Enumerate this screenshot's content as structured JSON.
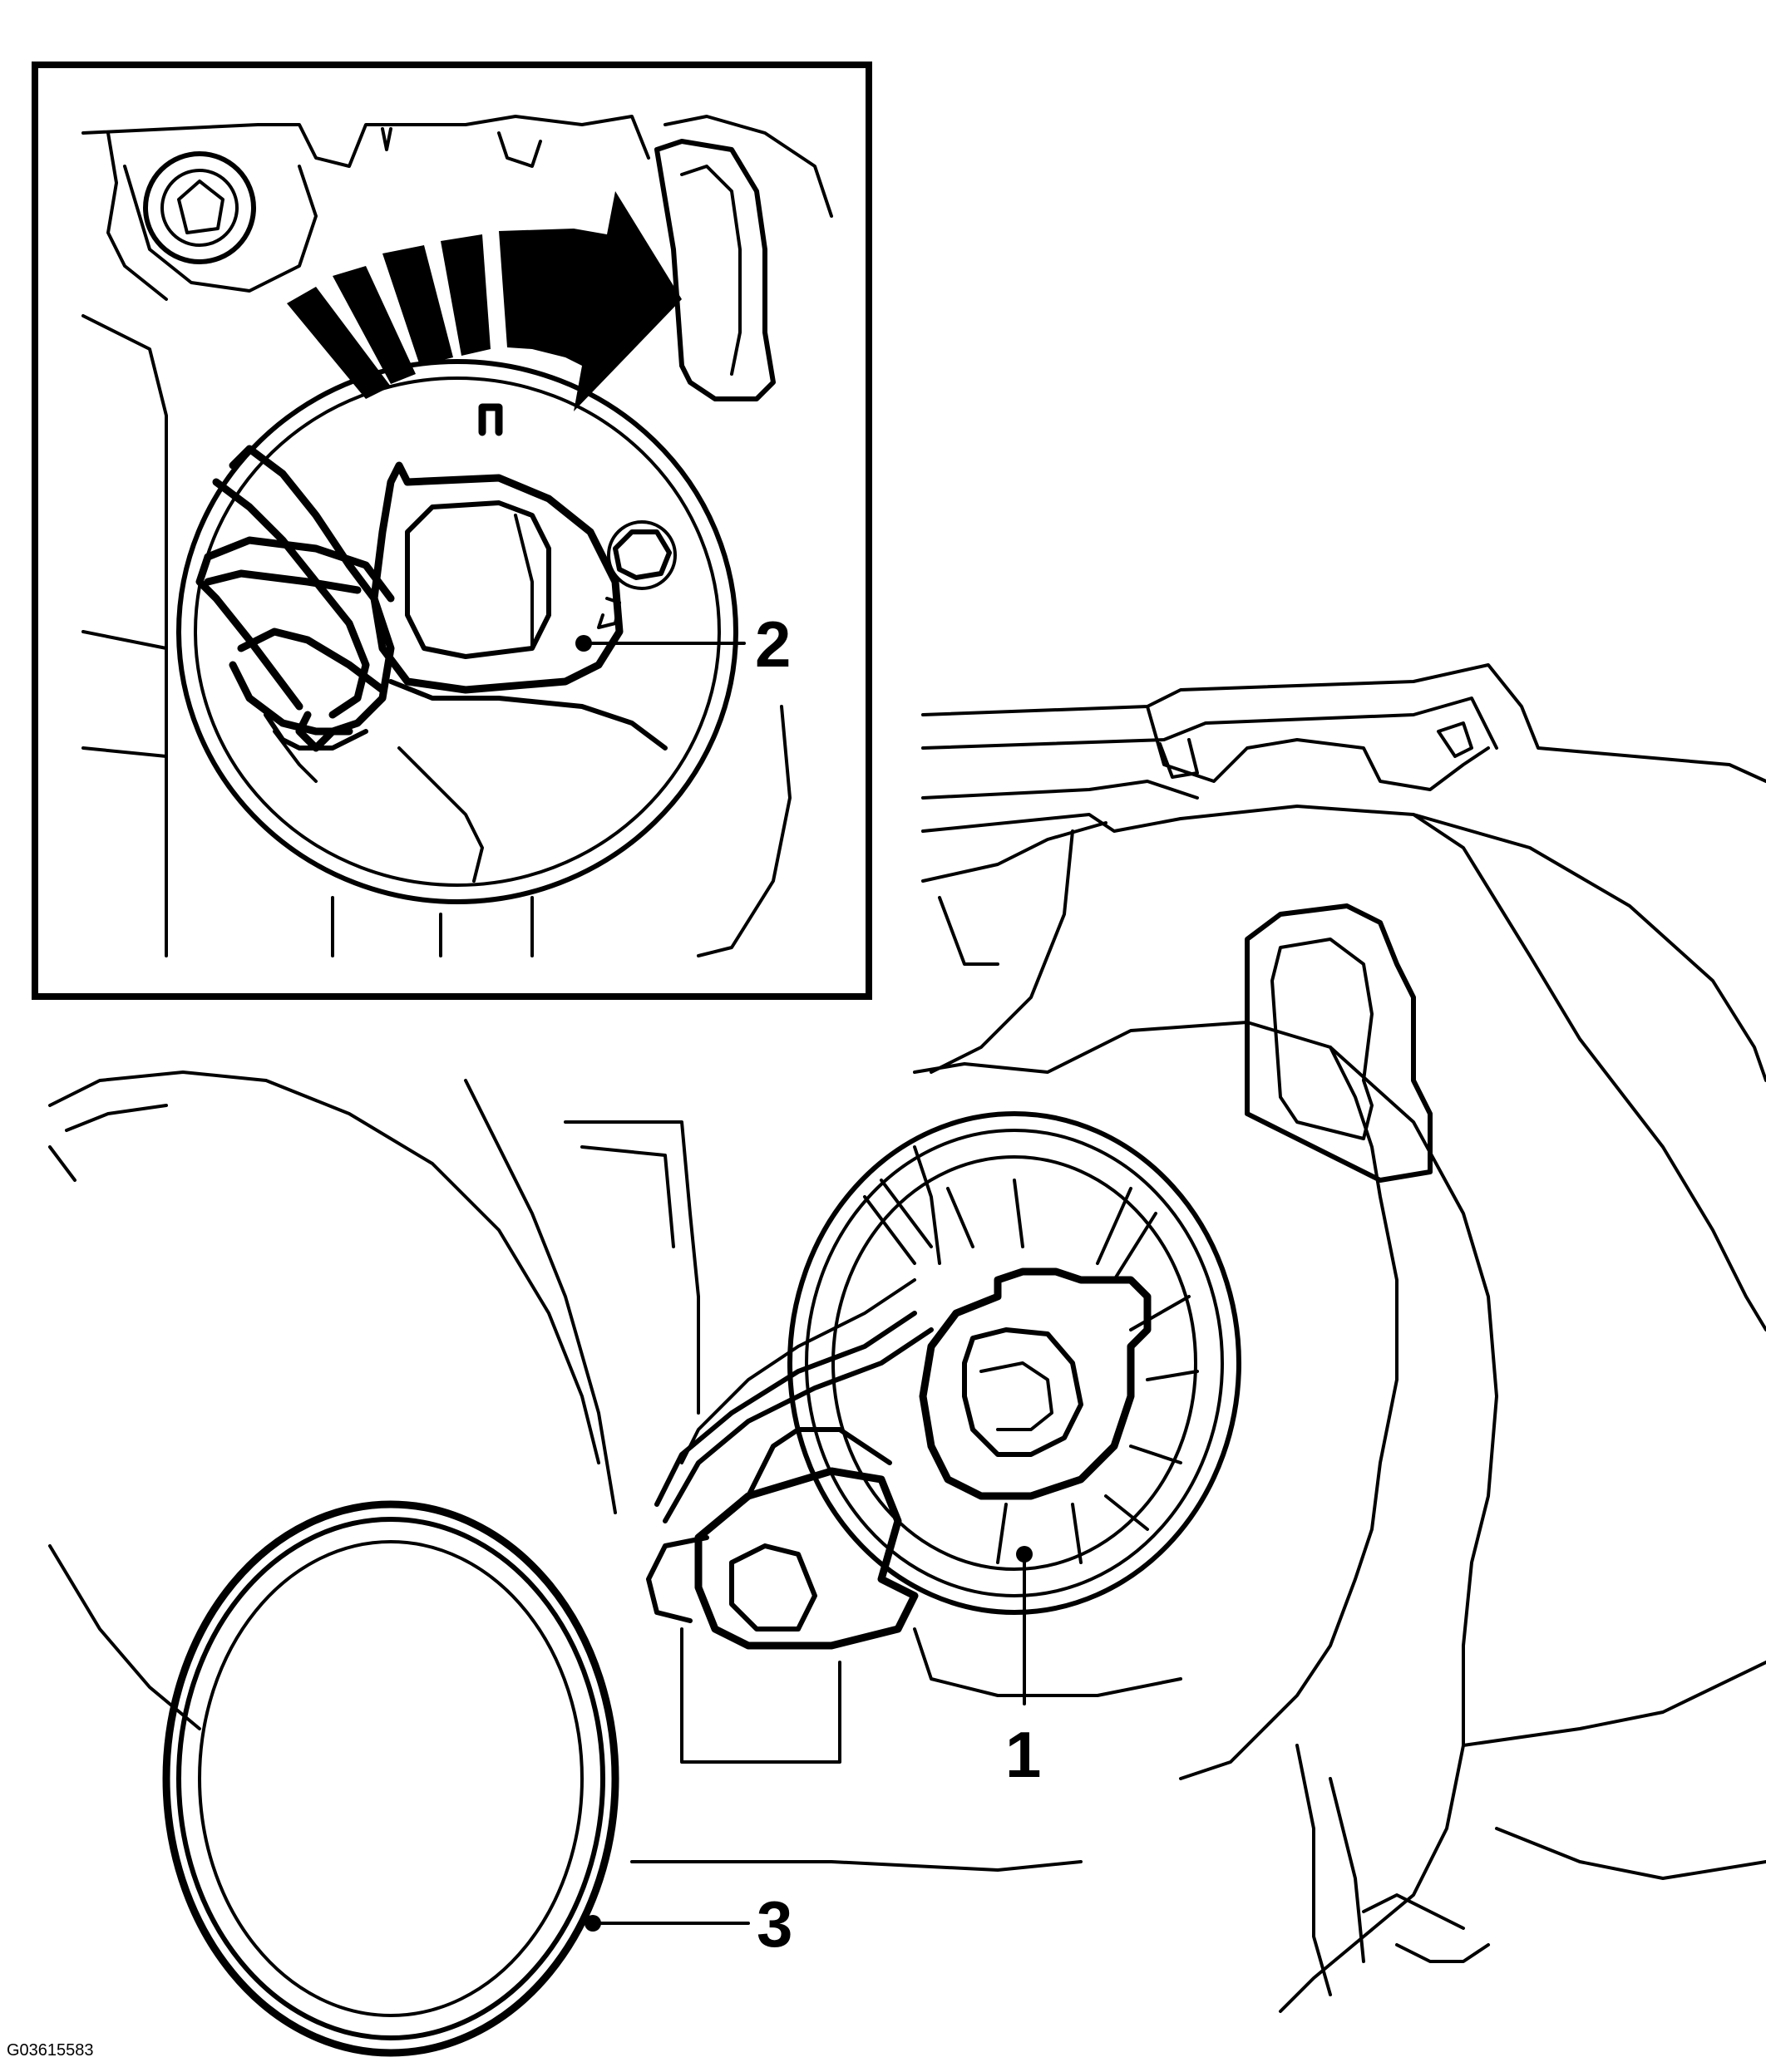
{
  "figure_id": "G03615583",
  "callouts": [
    {
      "number": "1"
    },
    {
      "number": "2"
    },
    {
      "number": "3"
    }
  ]
}
